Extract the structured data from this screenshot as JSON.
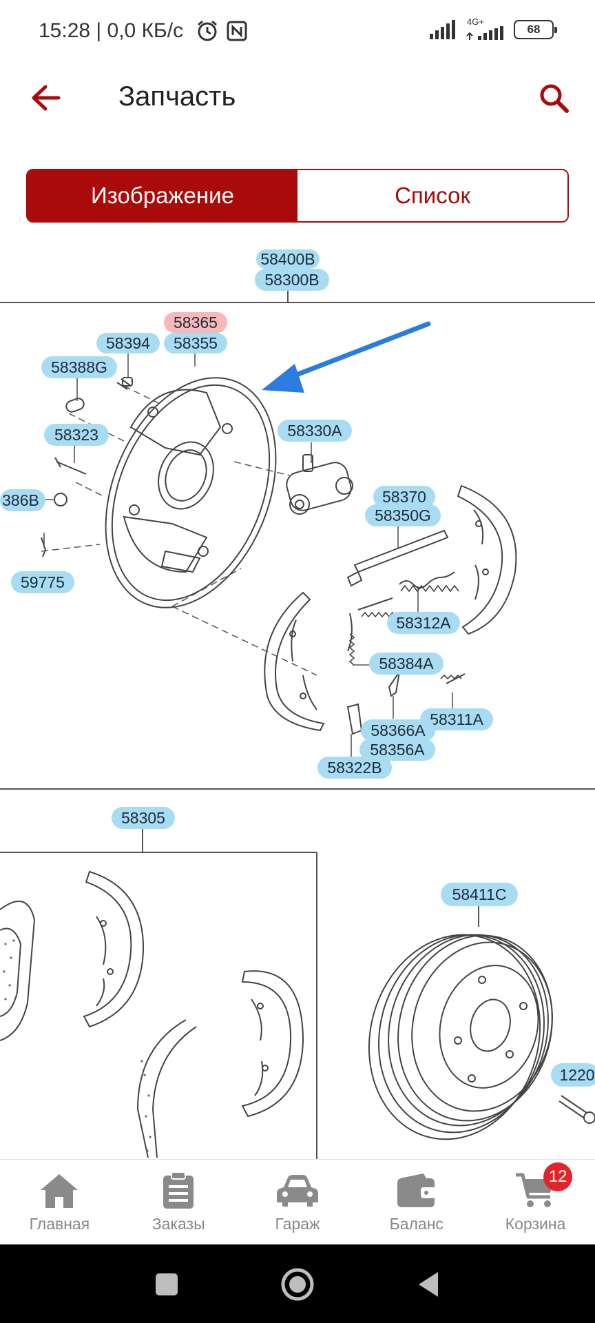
{
  "status_bar": {
    "time": "15:28 | 0,0 КБ/с",
    "network": "4G+",
    "battery": "68"
  },
  "header": {
    "title": "Запчасть",
    "back_icon": "arrow-left-icon",
    "search_icon": "search-icon"
  },
  "tabs": [
    {
      "label": "Изображение",
      "active": true
    },
    {
      "label": "Список",
      "active": false
    }
  ],
  "diagram": {
    "callouts": {
      "c58400B": "58400B",
      "c58300B": "58300B",
      "c58365": "58365",
      "c58355": "58355",
      "c58394": "58394",
      "c58388G": "58388G",
      "c58323": "58323",
      "c58330A": "58330A",
      "c58386B": "386B",
      "c58370": "58370",
      "c58350G": "58350G",
      "c59775": "59775",
      "c58312A": "58312A",
      "c58384A": "58384A",
      "c58311A": "58311A",
      "c58366A": "58366A",
      "c58356A": "58356A",
      "c58322B": "58322B",
      "c58305": "58305",
      "c58411C": "58411C",
      "c1220": "1220"
    },
    "highlighted_part": "58365",
    "colors": {
      "callout_fill": "#a8dcf2",
      "highlight_fill": "#f6b8b8",
      "pointer_arrow": "#2b7be0"
    }
  },
  "bottom_nav": [
    {
      "label": "Главная",
      "icon": "home-icon"
    },
    {
      "label": "Заказы",
      "icon": "orders-clipboard-icon"
    },
    {
      "label": "Гараж",
      "icon": "car-icon"
    },
    {
      "label": "Баланс",
      "icon": "wallet-icon"
    },
    {
      "label": "Корзина",
      "icon": "cart-icon",
      "badge": "12"
    }
  ],
  "colors": {
    "accent": "#a90a0a",
    "badge": "#e0242c",
    "nav_inactive": "#888888"
  }
}
